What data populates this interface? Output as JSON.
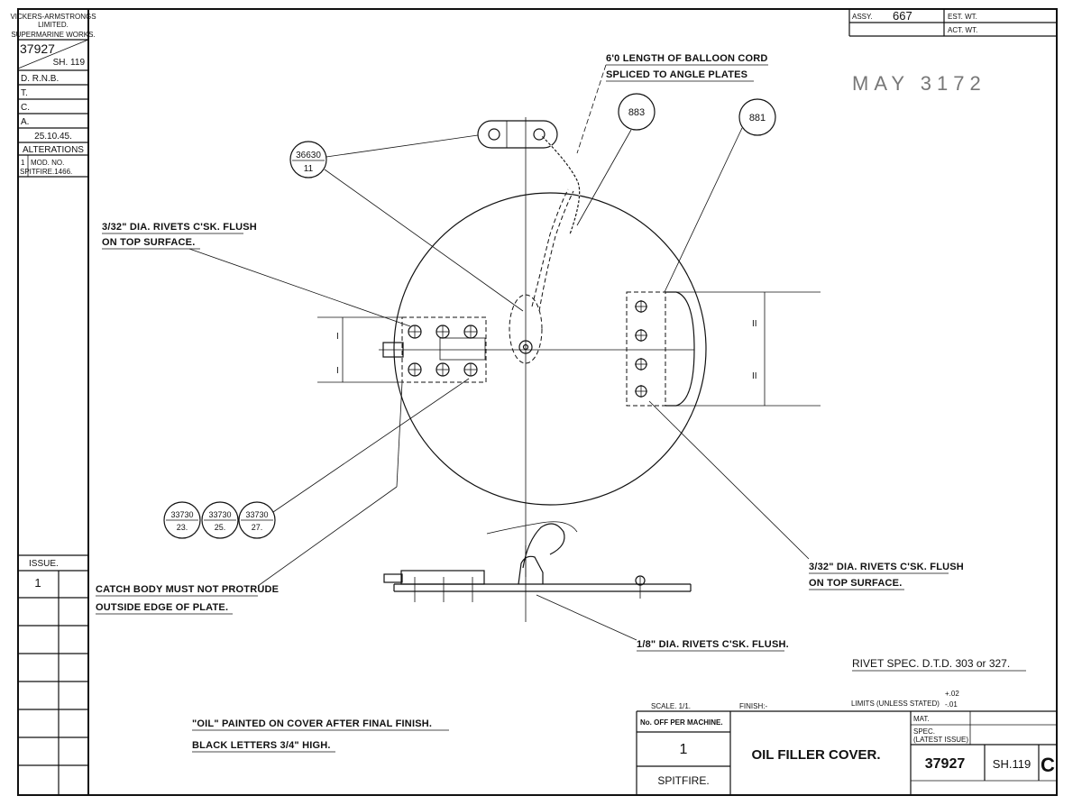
{
  "title_block_left": {
    "company_line1": "VICKERS-ARMSTRONGS",
    "company_line2": "LIMITED.",
    "works": "SUPERMARINE WORKS.",
    "drawing_no": "37927",
    "sheet": "SH. 119",
    "d": "D. R.N.B.",
    "t": "T.",
    "c": "C.",
    "a": "A.",
    "date": "25.10.45.",
    "alterations": "ALTERATIONS",
    "alt_no": "1",
    "mod_no": "MOD. NO.",
    "mod_ref": "SPITFIRE.1466.",
    "issue_label": "ISSUE.",
    "issue_value": "1"
  },
  "top_right": {
    "assy_label": "ASSY.",
    "assy_value": "667",
    "est_wt": "EST. WT.",
    "act_wt": "ACT. WT."
  },
  "stamp": "MAY 3172",
  "callouts": {
    "balloon_cord_1": "6'0 LENGTH OF BALLOON CORD",
    "balloon_cord_2": "SPLICED TO ANGLE PLATES",
    "rivets_left_1": "3/32\" DIA. RIVETS C'SK. FLUSH",
    "rivets_left_2": "ON TOP SURFACE.",
    "rivets_right_1": "3/32\" DIA. RIVETS C'SK. FLUSH",
    "rivets_right_2": "ON TOP SURFACE.",
    "catch_1": "CATCH BODY MUST NOT PROTRUDE",
    "catch_2": "OUTSIDE EDGE OF PLATE.",
    "rivets_bottom": "1/8\" DIA. RIVETS C'SK. FLUSH.",
    "rivet_spec": "RIVET SPEC. D.T.D. 303 or 327."
  },
  "balloons": {
    "b883": "883",
    "b881": "881",
    "b36630_top": "36630",
    "b36630_bottom": "11",
    "b1_top": "33730",
    "b1_bottom": "23.",
    "b2_top": "33730",
    "b2_bottom": "25.",
    "b3_top": "33730",
    "b3_bottom": "27."
  },
  "dims": {
    "left_upper": "I",
    "left_lower": "I",
    "right_upper": "II",
    "right_lower": "II"
  },
  "notes": {
    "oil_painted": "\"OIL\" PAINTED ON COVER AFTER FINAL FINISH.",
    "black_letters": "BLACK LETTERS 3/4\" HIGH."
  },
  "title_block_bottom": {
    "scale": "SCALE. 1/1.",
    "finish": "FINISH:-",
    "limits": "LIMITS (UNLESS STATED)",
    "tol_plus": "+.02",
    "tol_minus": "-.01",
    "no_off": "No. OFF PER MACHINE.",
    "qty": "1",
    "aircraft": "SPITFIRE.",
    "part_title": "OIL FILLER COVER.",
    "mat": "MAT.",
    "spec_1": "SPEC.",
    "spec_2": "(LATEST ISSUE)",
    "drawing_no": "37927",
    "sheet": "SH.119",
    "issue_letter": "C"
  }
}
